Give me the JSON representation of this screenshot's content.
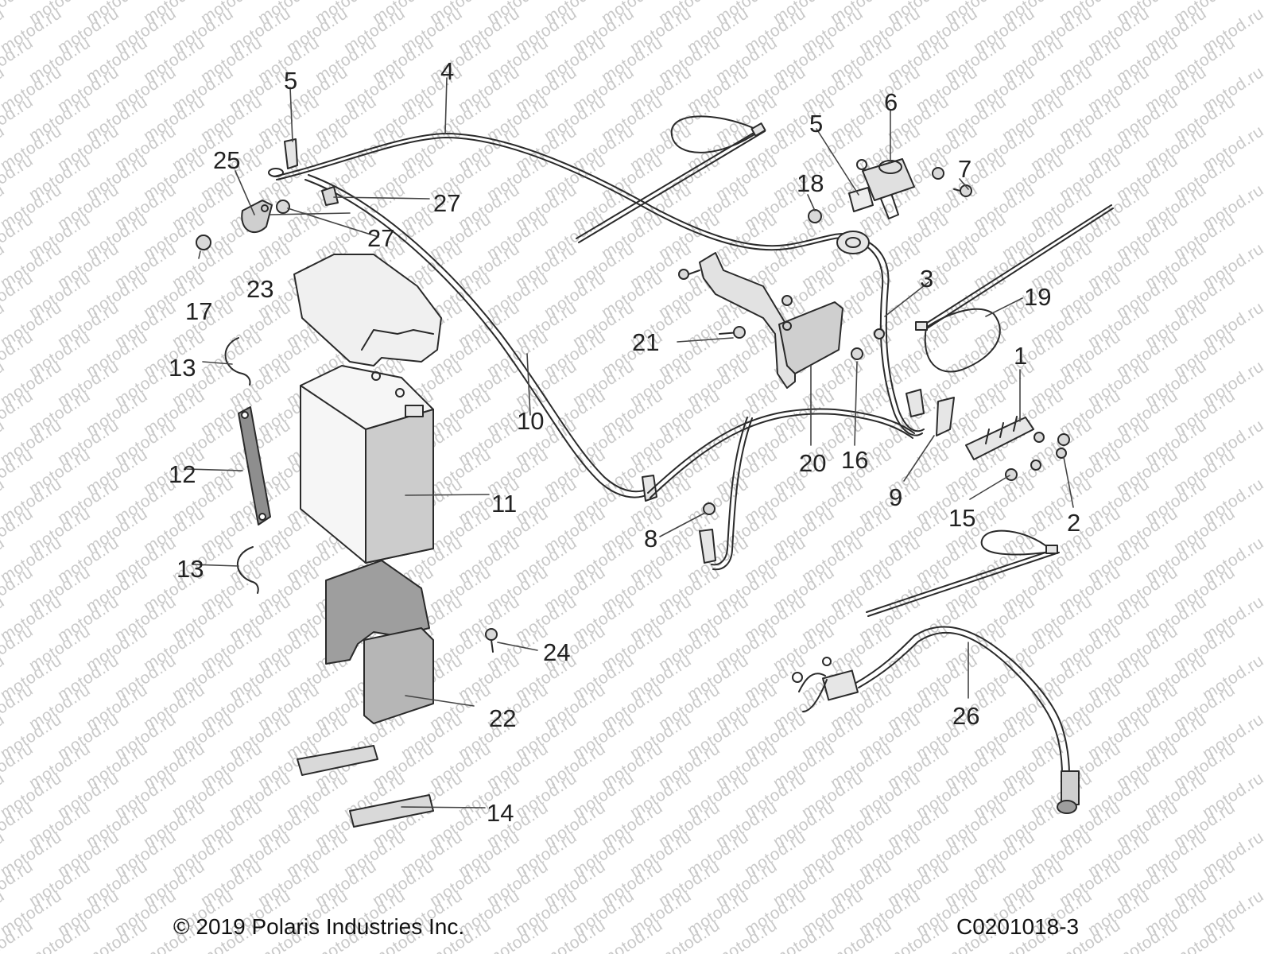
{
  "watermark": "motod.ru",
  "callouts": [
    "1",
    "2",
    "3",
    "4",
    "5",
    "5",
    "6",
    "7",
    "8",
    "9",
    "10",
    "11",
    "12",
    "13",
    "13",
    "14",
    "15",
    "16",
    "17",
    "18",
    "19",
    "20",
    "21",
    "22",
    "23",
    "24",
    "25",
    "26",
    "27",
    "27"
  ],
  "footer": {
    "copyright": "© 2019 Polaris Industries Inc.",
    "code": "C0201018-3"
  },
  "colors": {
    "line": "#2a2a2a",
    "shade": "#d8d8d8",
    "watermark": "#c9c9c9"
  }
}
